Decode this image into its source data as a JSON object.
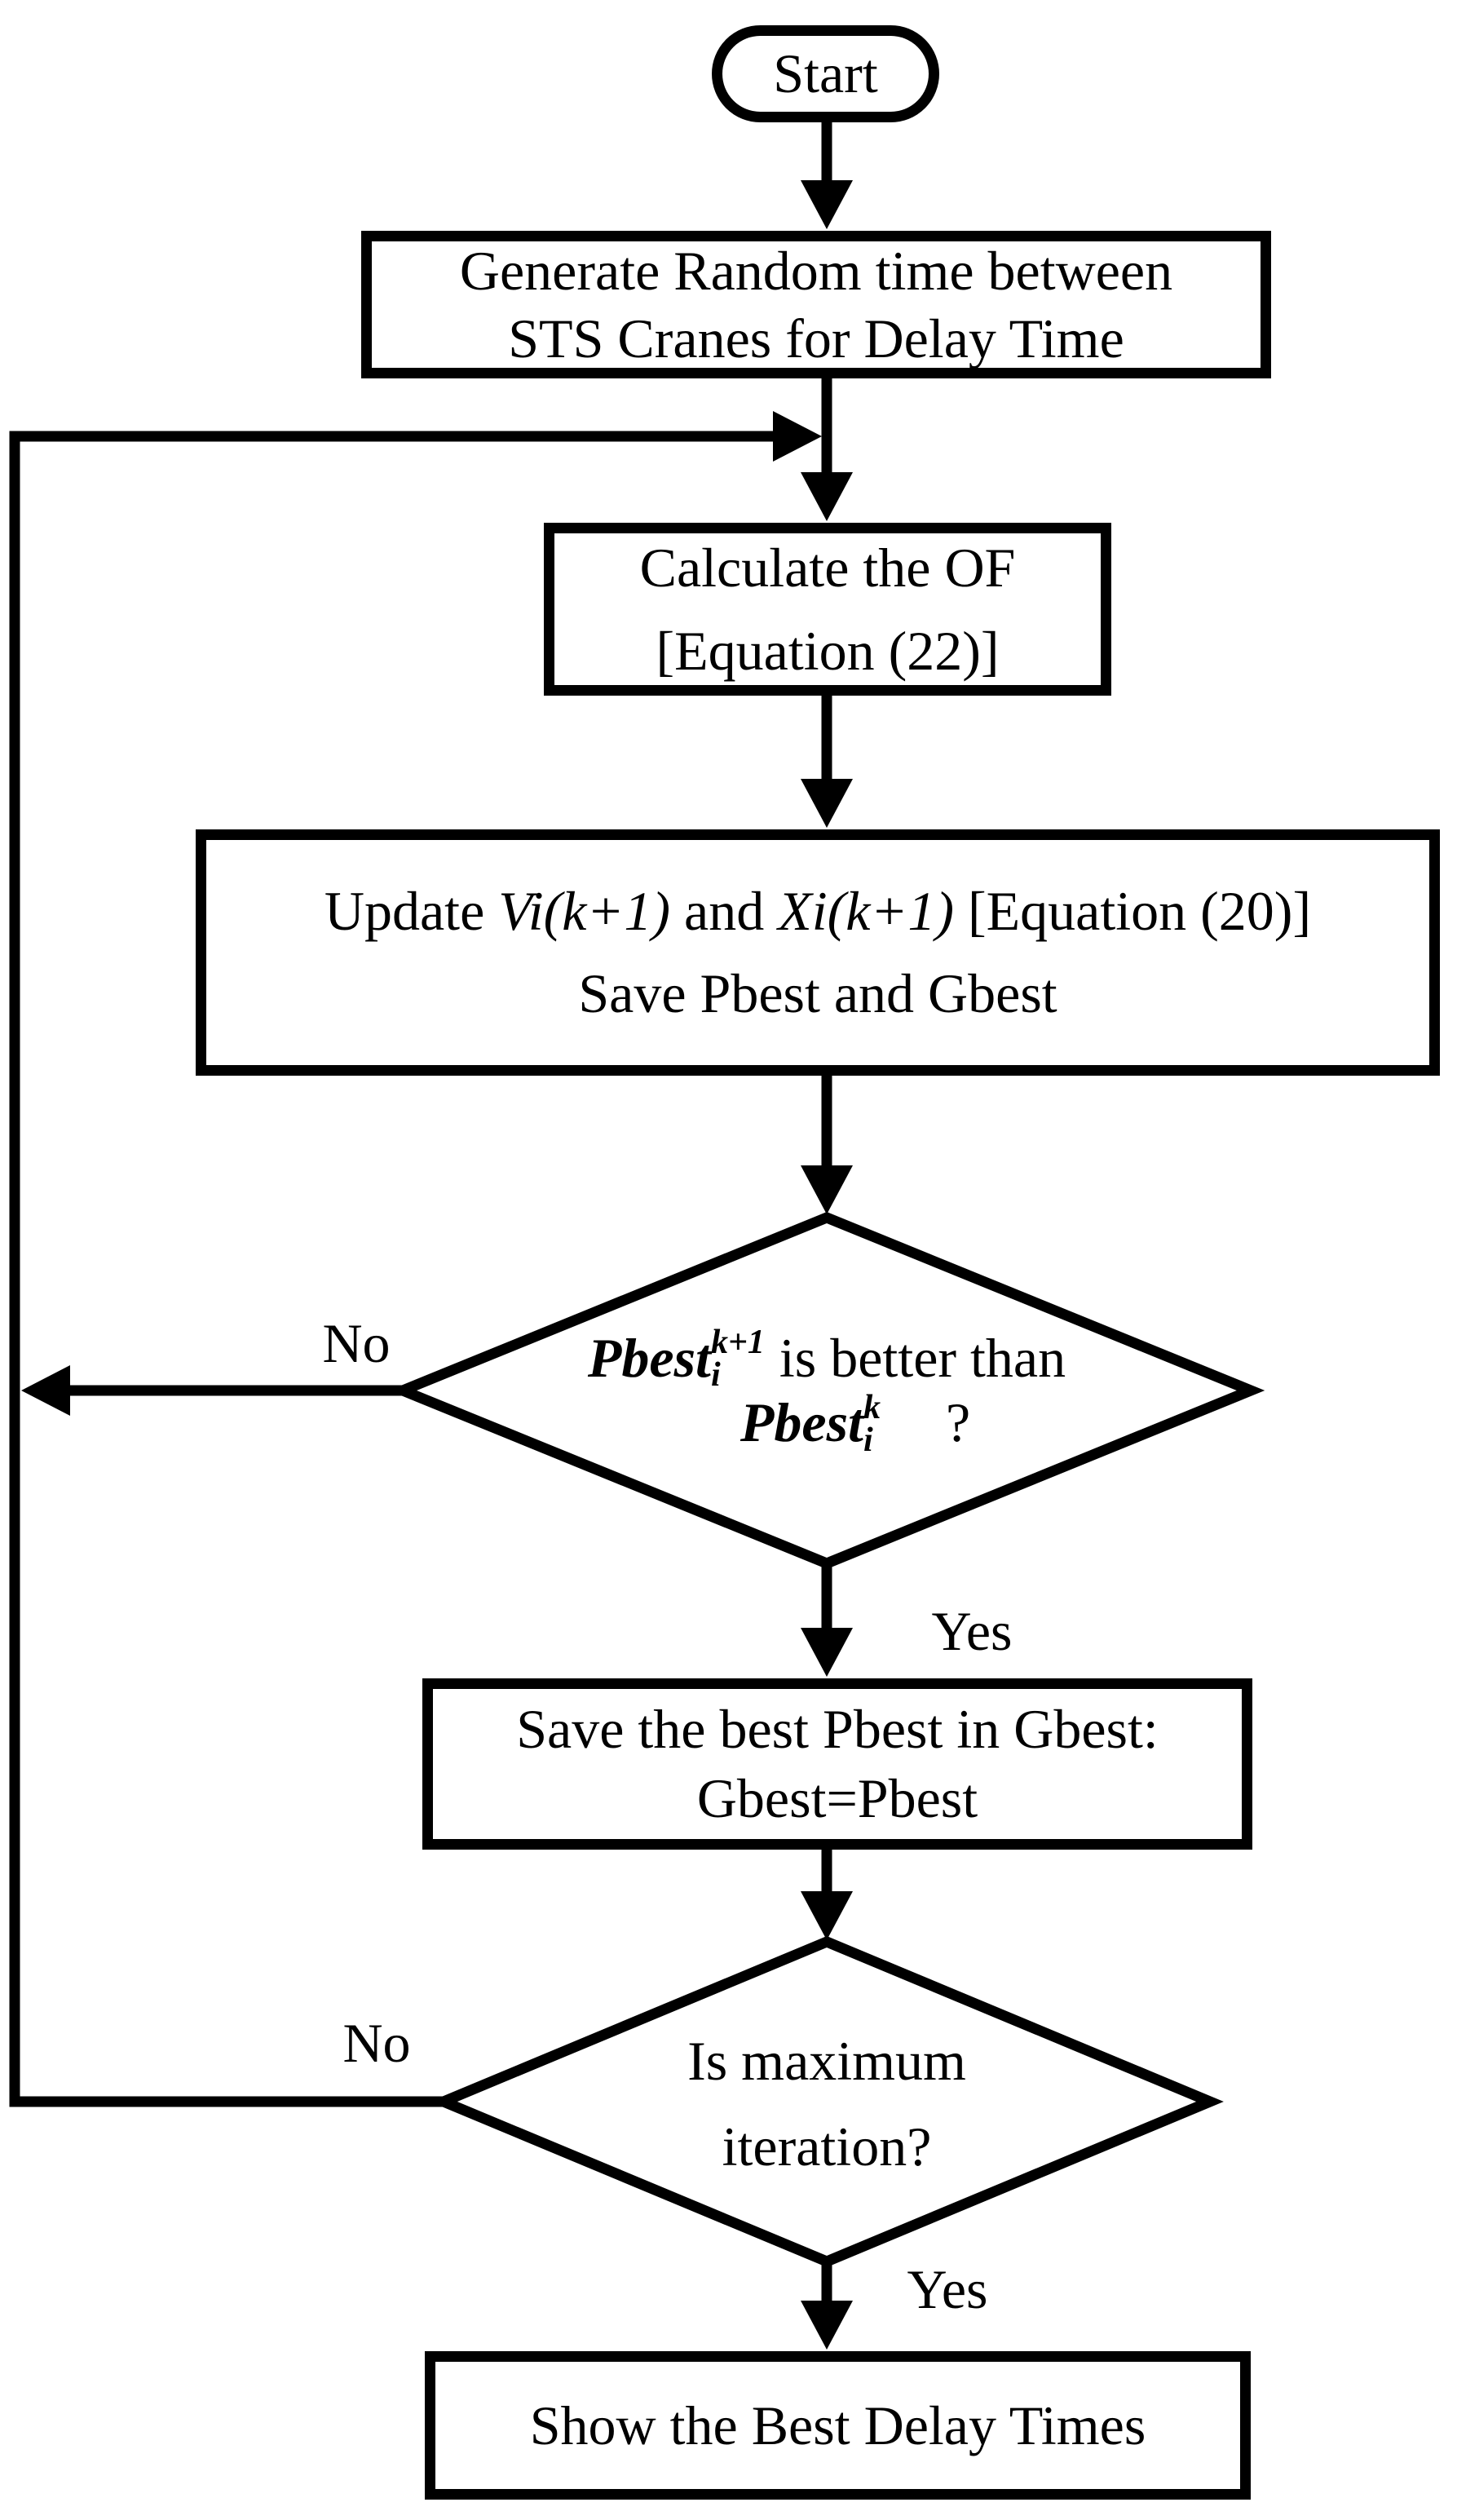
{
  "flowchart": {
    "start": {
      "label": "Start"
    },
    "generate": {
      "line1": "Generate Random time between",
      "line2": "STS Cranes for Delay Time"
    },
    "calculate": {
      "line1": "Calculate the OF",
      "line2": "[Equation (22)]"
    },
    "update": {
      "t1": "Update ",
      "v_term": "Vi(k+1)",
      "t2": " and ",
      "x_term": "Xi(k+1)",
      "t3": " [Equation (20)]",
      "line2": "Save Pbest and Gbest"
    },
    "decision_pbest": {
      "base1": "Pbest",
      "sup1": "k+1",
      "sub1": "i",
      "rest1": "is better than",
      "base2": "Pbest",
      "sup2": "k",
      "sub2": "i",
      "question": "?"
    },
    "save_gbest": {
      "line1": "Save the best Pbest in Gbest:",
      "line2": "Gbest=Pbest"
    },
    "decision_iteration": {
      "line1": "Is maximum",
      "line2": "iteration?"
    },
    "show": {
      "label": "Show the Best Delay Times"
    },
    "labels": {
      "no1": "No",
      "yes1": "Yes",
      "no2": "No",
      "yes2": "Yes"
    },
    "colors": {
      "line": "#000000",
      "fill": "#ffffff",
      "text": "#000000"
    }
  }
}
